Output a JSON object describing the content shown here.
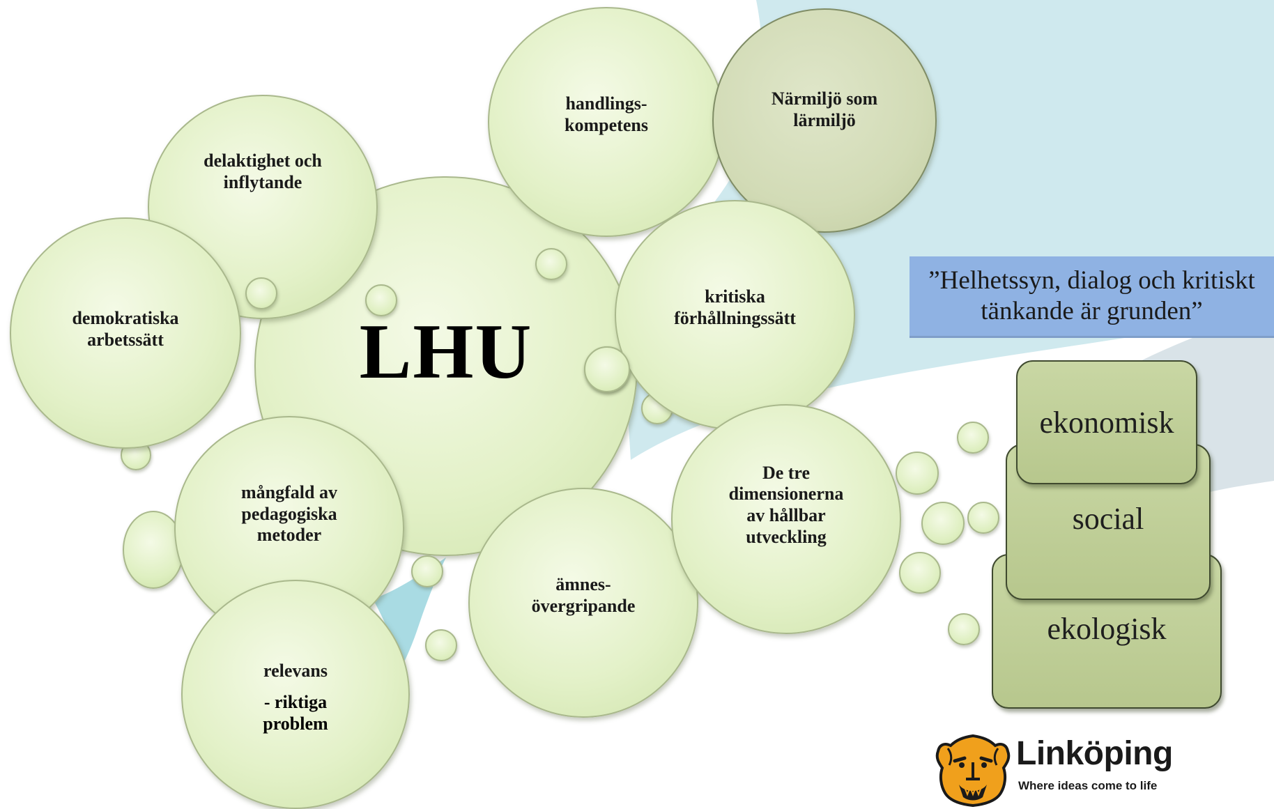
{
  "center": {
    "label": "LHU"
  },
  "bubbles": {
    "handlings": [
      "handlings-",
      "kompetens"
    ],
    "narmiljo": [
      "Närmiljö som",
      "lärmiljö"
    ],
    "delaktighet": [
      "delaktighet och",
      "inflytande"
    ],
    "demokratiska": [
      "demokratiska",
      "arbetssätt"
    ],
    "kritiska": [
      "kritiska",
      "förhållningssätt"
    ],
    "tre_dimensioner": [
      "De tre",
      "dimensionerna",
      "av hållbar",
      "utveckling"
    ],
    "mangfald": [
      "mångfald av",
      "pedagogiska",
      "metoder"
    ],
    "amnes": [
      "ämnes-",
      "övergripande"
    ],
    "relevans": {
      "title": "relevans",
      "sub": [
        "- riktiga",
        "problem"
      ]
    }
  },
  "quote": [
    "”Helhetssyn, dialog och kritiskt",
    "tänkande är grunden”"
  ],
  "dimensions": [
    "ekonomisk",
    "social",
    "ekologisk"
  ],
  "logo": {
    "name": "Linköping",
    "tagline": "Where ideas come to life",
    "icon": "lion-icon"
  },
  "colors": {
    "bubble_fill": "#e3f1c8",
    "bubble_dark_fill": "#d2dbb6",
    "quote_box": "#8fb2e3",
    "block_fill": "#c2d19a",
    "background_teal": "#cfe9ee",
    "background_grey": "#d9e3e8",
    "logo_orange": "#f0a01c"
  }
}
